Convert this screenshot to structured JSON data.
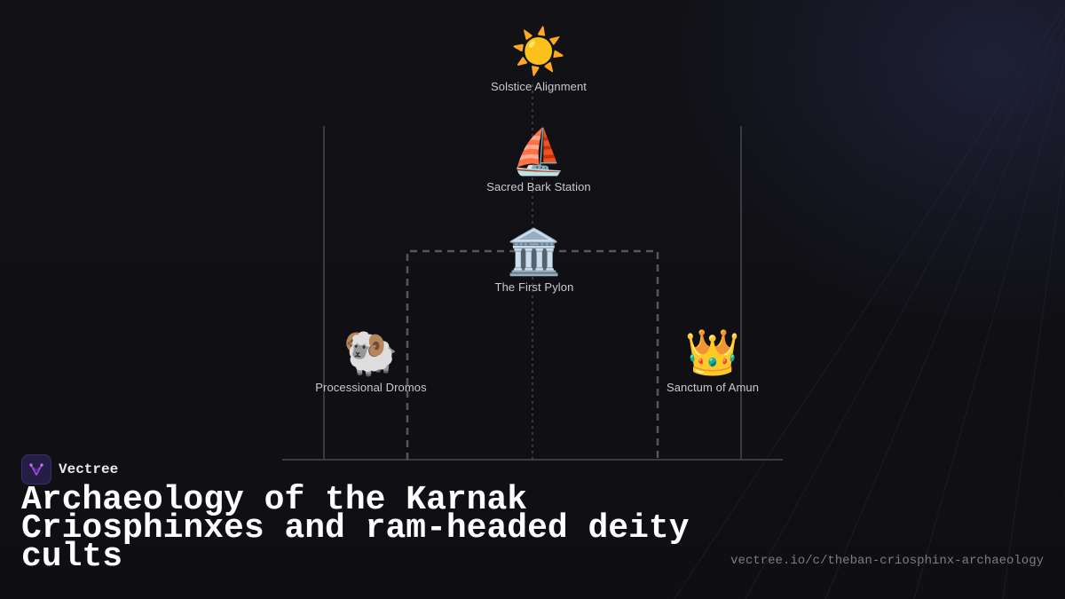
{
  "diagram": {
    "nodes": [
      {
        "id": "solstice",
        "emoji": "☀️",
        "label": "Solstice Alignment"
      },
      {
        "id": "bark",
        "emoji": "⛵",
        "label": "Sacred Bark Station"
      },
      {
        "id": "pylon",
        "emoji": "🏛️",
        "label": "The First Pylon"
      },
      {
        "id": "dromos",
        "emoji": "🐏",
        "label": "Processional Dromos"
      },
      {
        "id": "sanctum",
        "emoji": "👑",
        "label": "Sanctum of Amun"
      }
    ]
  },
  "brand": {
    "name": "Vectree",
    "accent": "#a04ad8",
    "logo_bg": "#241d44"
  },
  "title": "Archaeology of the Karnak Criosphinxes and ram-headed deity cults",
  "url": "vectree.io/c/theban-criosphinx-archaeology"
}
